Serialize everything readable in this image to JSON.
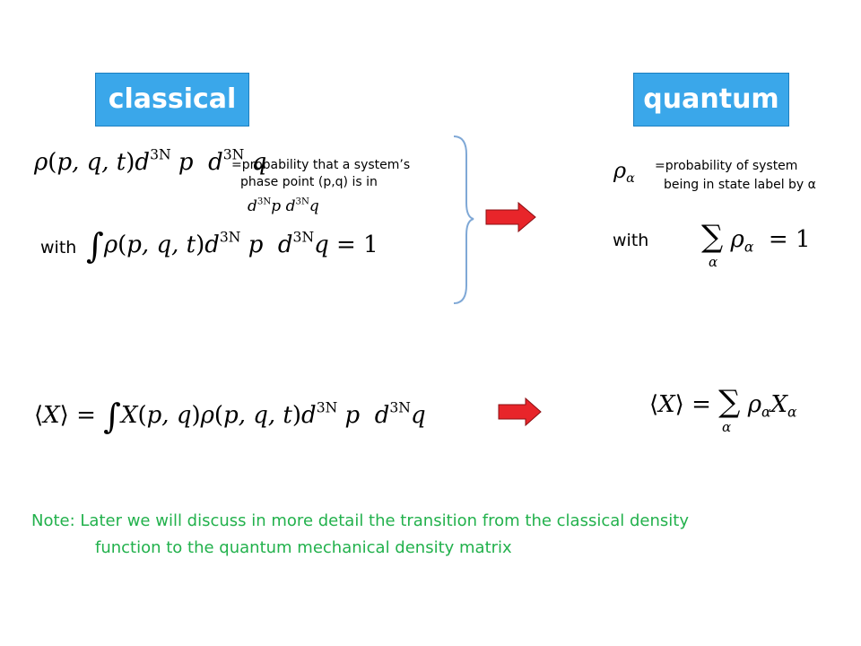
{
  "headings": {
    "classical": "classical",
    "quantum": "quantum"
  },
  "classical": {
    "density_expr": "ρ(p, q, t)d³ᴺp d³ᴺq",
    "prob_line1": "=probability that a system’s",
    "prob_line2": "phase point (p,q) is in",
    "volume_element": "d³ᴺp d³ᴺq",
    "with_label": "with",
    "normalization": "∫ρ(p, q, t)d³ᴺp d³ᴺq = 1",
    "expectation": "⟨X⟩ = ∫X(p, q)ρ(p, q, t)d³ᴺp d³ᴺq"
  },
  "quantum": {
    "rho_alpha": "ρα",
    "prob_line1": "=probability of system",
    "prob_line2": "being in state label by α",
    "with_label": "with",
    "normalization": "Σα ρα = 1",
    "expectation": "⟨X⟩ = Σα ρα Xα"
  },
  "note": {
    "line1": "Note: Later we will discuss in more detail the transition from the classical density",
    "line2": "function to the quantum mechanical density matrix"
  },
  "colors": {
    "box_fill": "#3aa7ea",
    "box_text": "#ffffff",
    "arrow": "#e8252a",
    "brace": "#7fa8d6",
    "note": "#22b14c"
  },
  "icons": [
    "right-arrow-icon",
    "curly-brace-icon"
  ]
}
